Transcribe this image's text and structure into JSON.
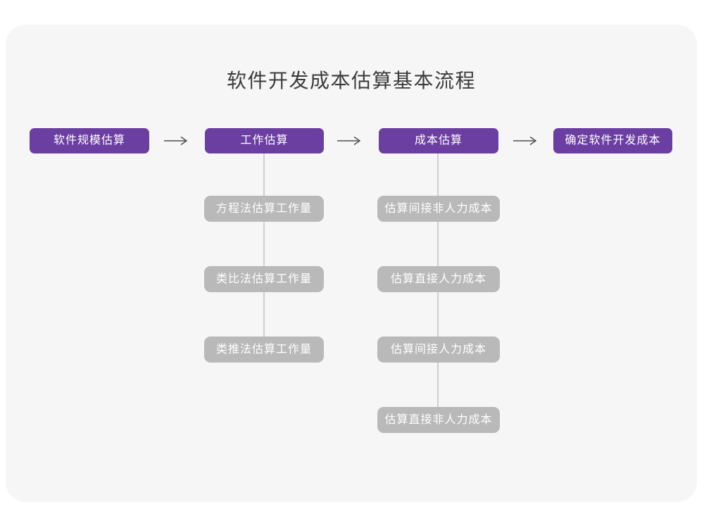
{
  "title": "软件开发成本估算基本流程",
  "colors": {
    "accent_purple": "#6b3fa2",
    "sub_box_gray": "#b9b9b9",
    "card_background": "#f6f6f6",
    "arrow_stroke": "#4f4f4f",
    "connector_line": "#cfcfcf",
    "title_text": "#3b3b3b"
  },
  "flow": {
    "main_steps": [
      {
        "label": "软件规模估算"
      },
      {
        "label": "工作估算"
      },
      {
        "label": "成本估算"
      },
      {
        "label": "确定软件开发成本"
      }
    ],
    "work_estimation_methods": [
      "方程法估算工作量",
      "类比法估算工作量",
      "类推法估算工作量"
    ],
    "cost_estimation_steps": [
      "估算间接非人力成本",
      "估算直接人力成本",
      "估算间接人力成本",
      "估算直接非人力成本"
    ]
  }
}
